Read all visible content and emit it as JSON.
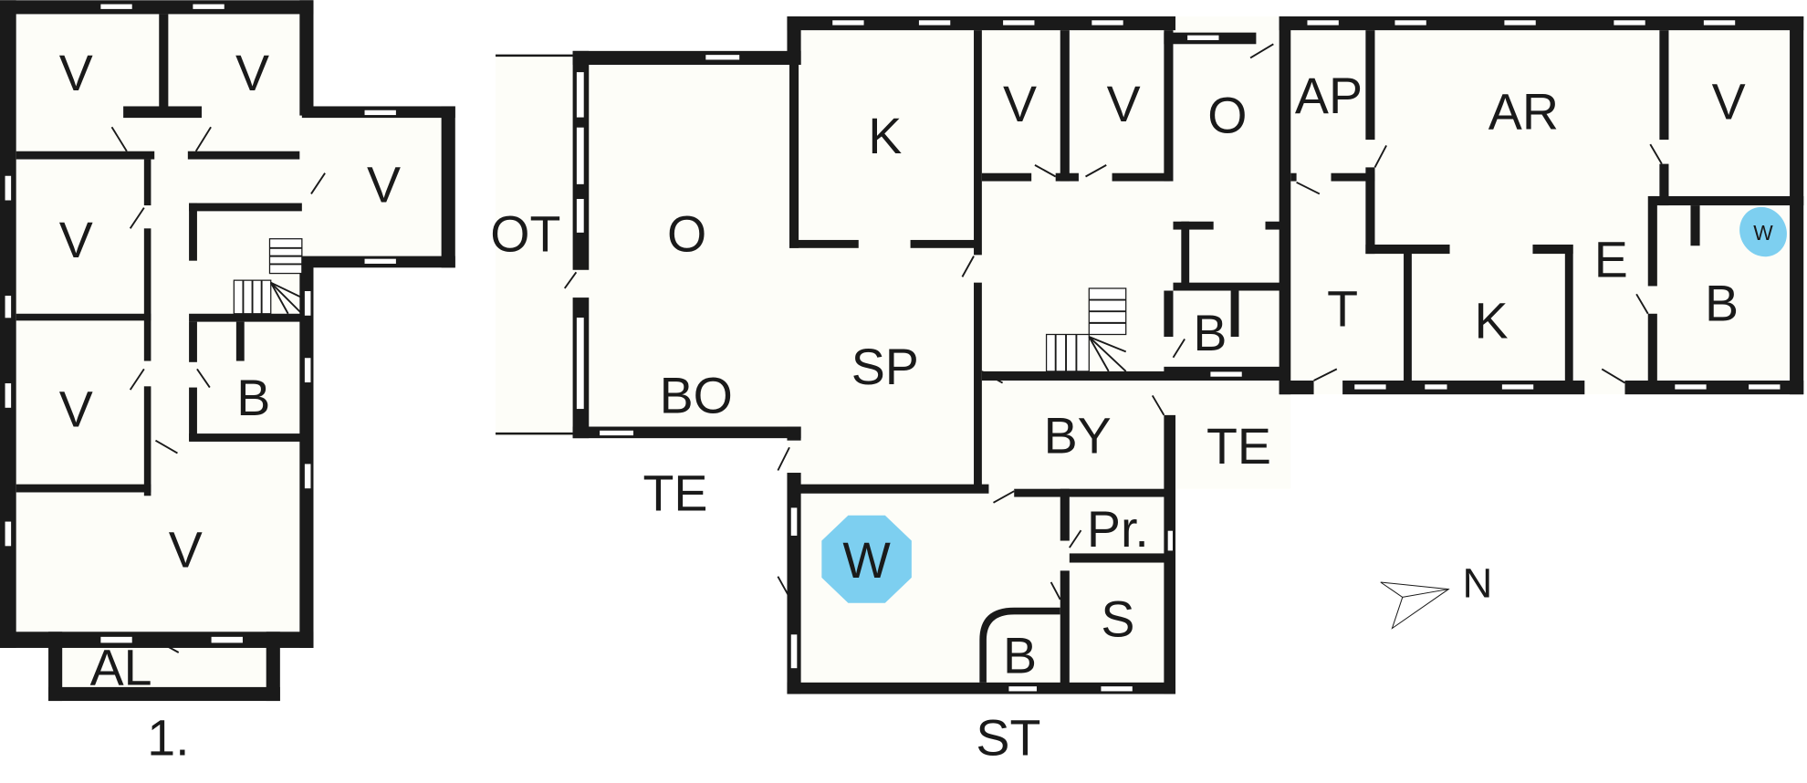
{
  "floor_label": "1.",
  "rooms": {
    "v1": "V",
    "v2": "V",
    "v3": "V",
    "v4": "V",
    "v5": "V",
    "v6": "V",
    "b1": "B",
    "al": "AL",
    "ot": "OT",
    "o1": "O",
    "bo": "BO",
    "sp": "SP",
    "k1": "K",
    "v7": "V",
    "v8": "V",
    "o2": "O",
    "b2": "B",
    "by": "BY",
    "te1": "TE",
    "te2": "TE",
    "w_big": "W",
    "pr": "Pr.",
    "s": "S",
    "b3": "B",
    "st": "ST",
    "ap": "AP",
    "ar": "AR",
    "v9": "V",
    "t": "T",
    "k2": "K",
    "e": "E",
    "b4": "B",
    "w_small": "W"
  },
  "north_label": "N",
  "colors": {
    "wall": "#1a1a1a",
    "floor": "#fdfdf8",
    "water": "#7dcff0"
  }
}
